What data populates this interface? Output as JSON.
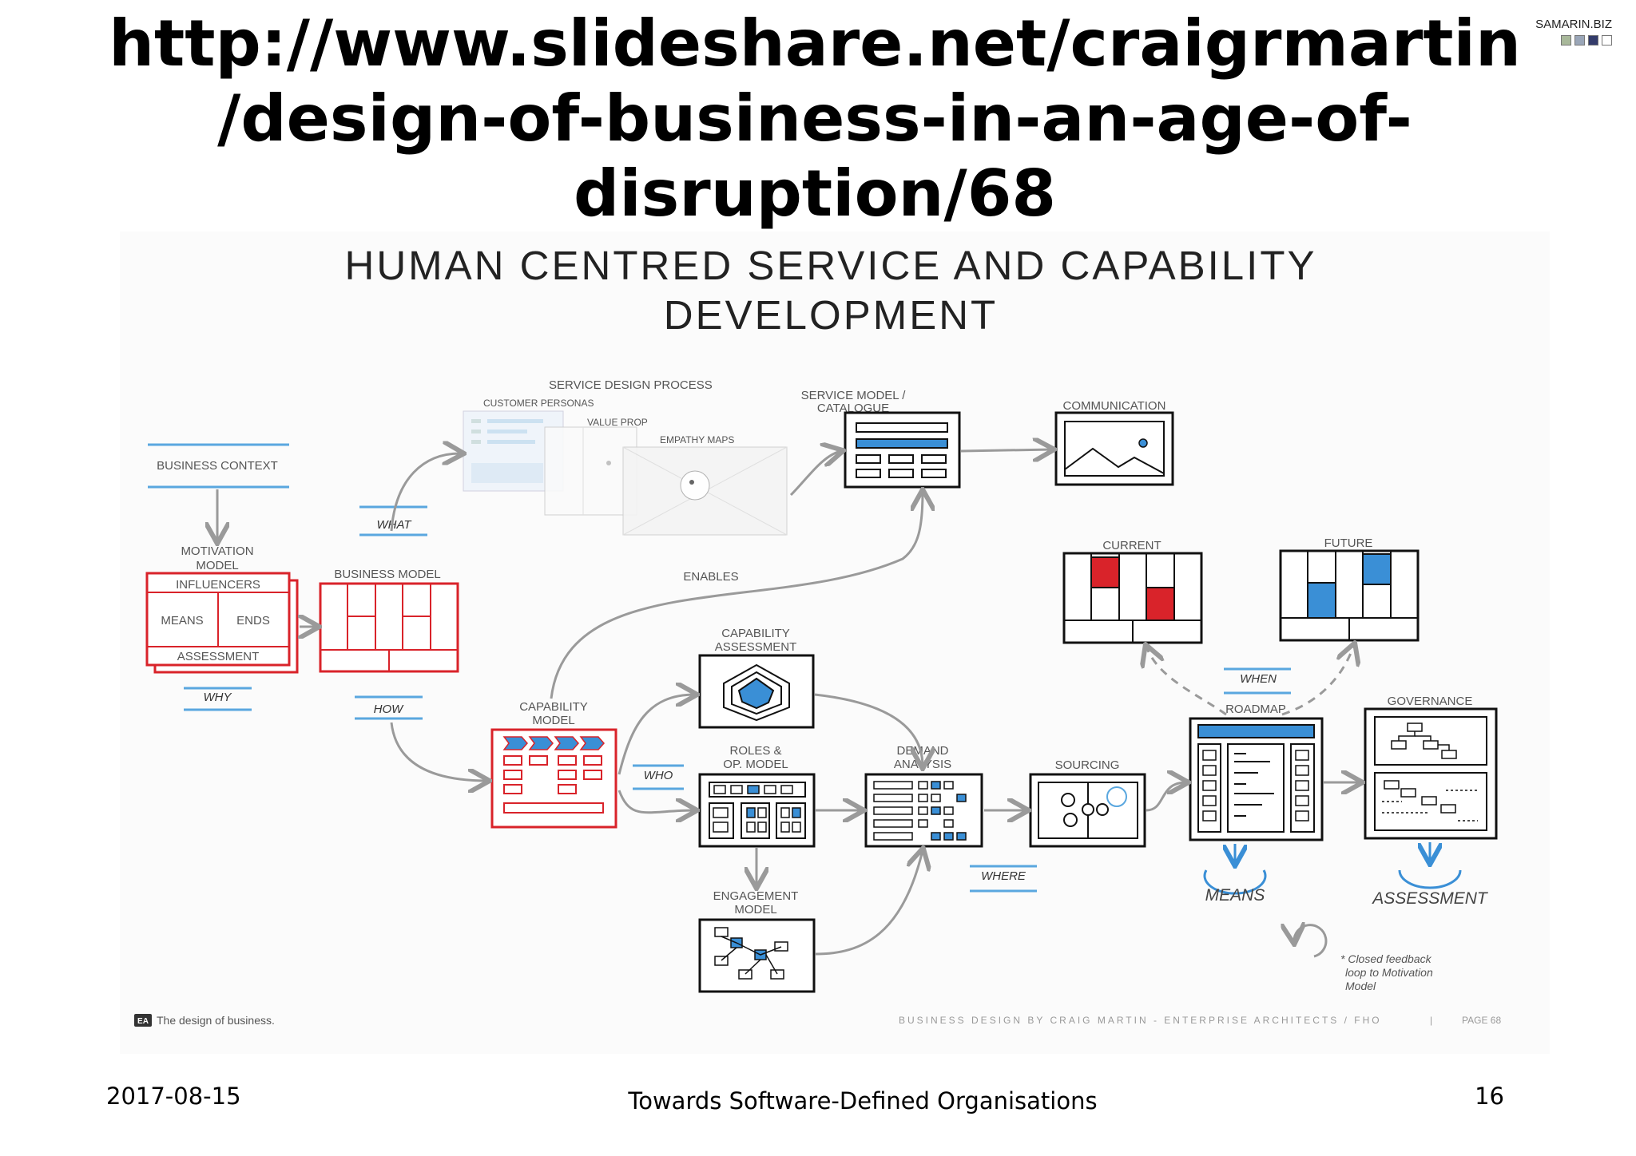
{
  "header": {
    "url_line1": "http://www.slideshare.net/craigrmartin",
    "url_line2": "/design-of-business-in-an-age-of-",
    "url_line3": "disruption/68",
    "brand": "SAMARIN.BIZ"
  },
  "slide": {
    "heading_line1": "HUMAN CENTRED SERVICE AND CAPABILITY",
    "heading_line2": "DEVELOPMENT",
    "service_design_process": "SERVICE DESIGN PROCESS",
    "customer_personas": "CUSTOMER PERSONAS",
    "value_prop": "VALUE PROP",
    "empathy_maps": "EMPATHY MAPS",
    "service_model_line1": "SERVICE MODEL /",
    "service_model_line2": "CATALOGUE",
    "communication": "COMMUNICATION",
    "business_context": "BUSINESS CONTEXT",
    "what": "WHAT",
    "motivation_model_line1": "MOTIVATION",
    "motivation_model_line2": "MODEL",
    "influencers": "INFLUENCERS",
    "means_small": "MEANS",
    "ends": "ENDS",
    "assessment_small": "ASSESSMENT",
    "business_model": "BUSINESS MODEL",
    "enables": "ENABLES",
    "why": "WHY",
    "how": "HOW",
    "capability_model_line1": "CAPABILITY",
    "capability_model_line2": "MODEL",
    "capability_assessment_line1": "CAPABILITY",
    "capability_assessment_line2": "ASSESSMENT",
    "who": "WHO",
    "roles_line1": "ROLES &",
    "roles_line2": "OP. MODEL",
    "demand_line1": "DEMAND",
    "demand_line2": "ANALYSIS",
    "sourcing": "SOURCING",
    "where": "WHERE",
    "engagement_line1": "ENGAGEMENT",
    "engagement_line2": "MODEL",
    "current": "CURRENT",
    "future": "FUTURE",
    "when": "WHEN",
    "roadmap": "ROADMAP",
    "governance": "GOVERNANCE",
    "means_big": "MEANS",
    "assessment_big": "ASSESSMENT",
    "feedback_line1": "* Closed feedback",
    "feedback_line2": "loop to Motivation",
    "feedback_line3": "Model",
    "ea_badge": "EA",
    "ea_tagline": "The design of business.",
    "byline": "BUSINESS DESIGN BY CRAIG MARTIN - ENTERPRISE ARCHITECTS / FHO",
    "separator": "|",
    "slide_page": "PAGE 68"
  },
  "footer": {
    "date": "2017-08-15",
    "title": "Towards Software-Defined Organisations",
    "page": "16"
  },
  "colors": {
    "red": "#d9232a",
    "blue": "#3a8fd6",
    "light_blue": "#5aa7df",
    "arrow": "#9a9a9a",
    "text_grey": "#555555"
  }
}
